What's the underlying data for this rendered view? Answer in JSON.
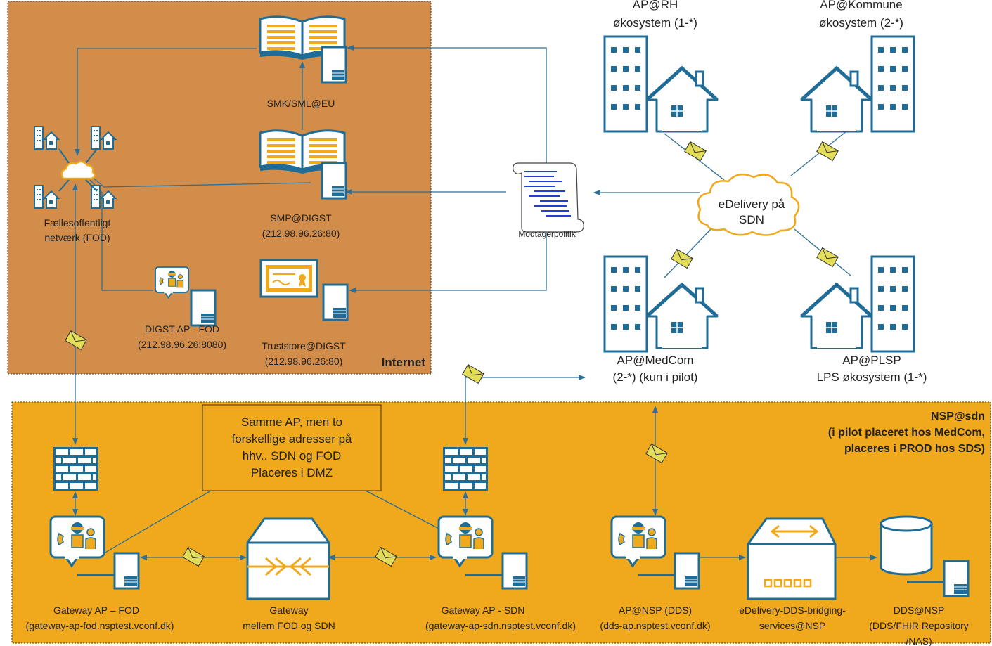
{
  "colors": {
    "internet_bg": "#D28D4A",
    "nsp_bg": "#F0A81C",
    "icon_blue": "#1F6D96",
    "connector": "#2F6E95",
    "envelope": "#E3DD5A"
  },
  "zones": {
    "internet_label": "Internet",
    "nsp_label_1": "NSP@sdn",
    "nsp_label_2": "(i pilot placeret hos MedCom,",
    "nsp_label_3": "placeres i PROD hos SDS)"
  },
  "note": {
    "line1": "Samme AP, men to",
    "line2": "forskellige adresser på",
    "line3": "hhv.. SDN og FOD",
    "line4": "Placeres i DMZ"
  },
  "nodes": {
    "smk": {
      "name": "SMK/SML@EU"
    },
    "smp": {
      "name": "SMP@DIGST",
      "address": "(212.98.96.26:80)"
    },
    "truststore": {
      "name": "Truststore@DIGST",
      "address": "(212.98.96.26:80)"
    },
    "fod": {
      "line1": "Fællesoffentligt",
      "line2": "netværk (FOD)"
    },
    "digst_ap": {
      "name": "DIGST AP - FOD",
      "address": "(212.98.96.26:8080)"
    },
    "policy": {
      "name": "Modtagerpolitik"
    },
    "cloud": {
      "line1": "eDelivery på",
      "line2": "SDN"
    },
    "ap_rh": {
      "line1": "AP@RH",
      "line2": "økosystem (1-*)"
    },
    "ap_kommune": {
      "line1": "AP@Kommune",
      "line2": "økosystem (2-*)"
    },
    "ap_medcom": {
      "line1": "AP@MedCom",
      "line2": "(2-*) (kun i pilot)"
    },
    "ap_plsp": {
      "line1": "AP@PLSP",
      "line2": "LPS økosystem (1-*)"
    },
    "gw_fod": {
      "line1": "Gateway AP – FOD",
      "line2": "(gateway-ap-fod.nsptest.vconf.dk)"
    },
    "gateway": {
      "line1": "Gateway",
      "line2": "mellem FOD og SDN"
    },
    "gw_sdn": {
      "line1": "Gateway AP - SDN",
      "line2": "(gateway-ap-sdn.nsptest.vconf.dk)"
    },
    "ap_nsp": {
      "line1": "AP@NSP (DDS)",
      "line2": "(dds-ap.nsptest.vconf.dk)"
    },
    "bridging": {
      "line1": "eDelivery-DDS-bridging-",
      "line2": "services@NSP"
    },
    "dds": {
      "line1": "DDS@NSP",
      "line2": "(DDS/FHIR Repository",
      "line3": "/NAS)"
    }
  }
}
